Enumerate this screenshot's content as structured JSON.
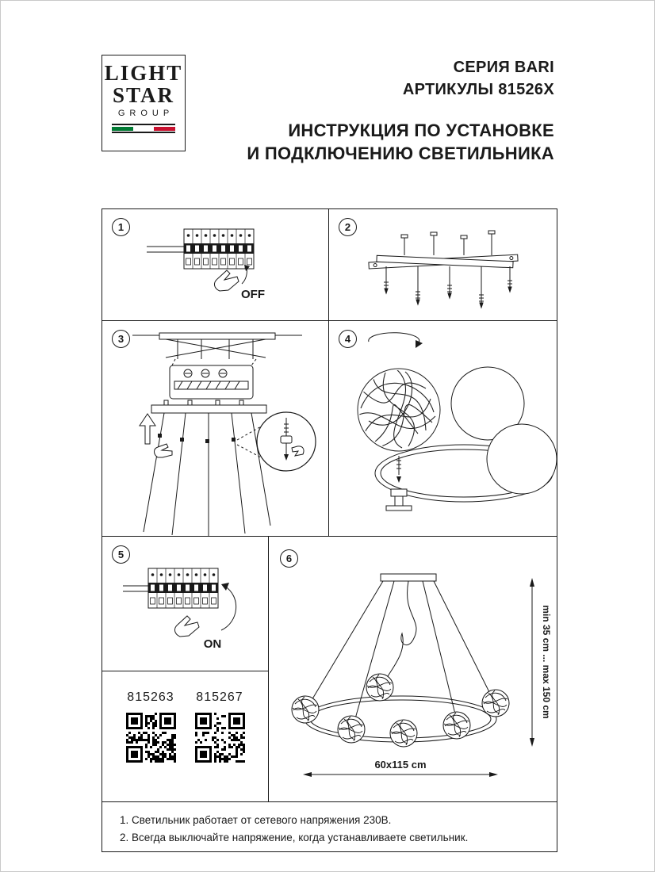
{
  "logo": {
    "line1": "LIGHT",
    "line2": "STAR",
    "line3": "GROUP"
  },
  "header": {
    "series": "СЕРИЯ BARI",
    "articles": "АРТИКУЛЫ 81526X",
    "title_line1": "ИНСТРУКЦИЯ ПО УСТАНОВКЕ",
    "title_line2": "И ПОДКЛЮЧЕНИЮ СВЕТИЛЬНИКА"
  },
  "panels": {
    "p1": {
      "num": "1",
      "label": "OFF"
    },
    "p2": {
      "num": "2"
    },
    "p3": {
      "num": "3"
    },
    "p4": {
      "num": "4"
    },
    "p5": {
      "num": "5",
      "label": "ON"
    },
    "p6": {
      "num": "6",
      "dim_vertical": "min 35 cm ... max 150 cm",
      "dim_horizontal": "60x115 cm"
    }
  },
  "qr": {
    "codes": [
      {
        "label": "815263"
      },
      {
        "label": "815267"
      }
    ]
  },
  "notes": {
    "line1": "1. Светильник работает от сетевого напряжения 230В.",
    "line2": "2. Всегда выключайте напряжение, когда устанавливаете светильник."
  },
  "colors": {
    "flag_green": "#007a33",
    "flag_red": "#c8102e",
    "ink": "#1a1a1a"
  }
}
